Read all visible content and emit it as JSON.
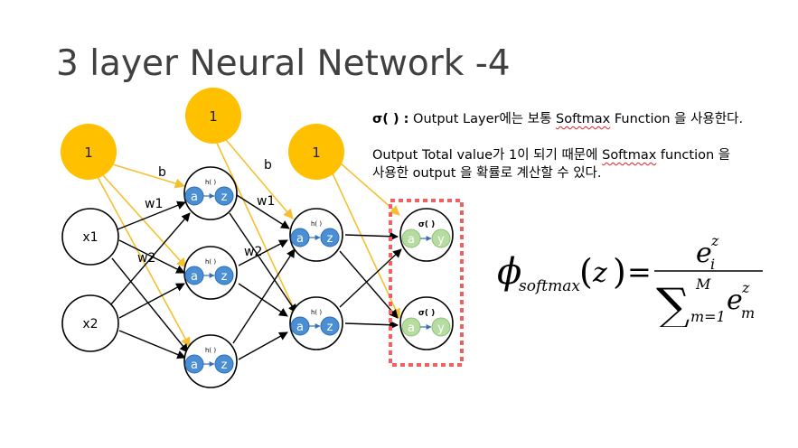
{
  "slide": {
    "title": "3 layer Neural Network -4"
  },
  "description": {
    "line1_sym": "σ( ) :",
    "line1_text": "  Output Layer에는 보통 ",
    "line1_link": "Softmax",
    "line1_tail": " Function 을 사용한다.",
    "line2_text": "Output Total value가 1이 되기 때문에 ",
    "line2_link": "Softmax",
    "line2_tail": " function 을",
    "line3_text": "사용한 output 을 확률로 계산할 수 있다."
  },
  "network": {
    "bias_label": "1",
    "input_labels": [
      "x1",
      "x2"
    ],
    "hidden_func": "h( )",
    "output_func": "σ( )",
    "node_a": "a",
    "node_z": "z",
    "node_y": "y",
    "edge_labels": {
      "b1": "b",
      "b2": "b",
      "w1a": "w1",
      "w1b": "w1",
      "w2a": "w2",
      "w2b": "w2"
    }
  },
  "formula": {
    "phi": "ϕ",
    "subscript": "softmax",
    "arg": "z",
    "eq": "=",
    "num_base": "e",
    "num_sub": "i",
    "num_sup": "z",
    "sum": "∑",
    "sum_top": "M",
    "sum_bottom": "m=1",
    "den_base": "e",
    "den_sub": "m",
    "den_sup": "z",
    "lparen": "(",
    "rparen": ")"
  },
  "colors": {
    "bias": "#ffc000",
    "node_blue": "#4a8fd4",
    "node_green": "#b7dca0",
    "dash_red": "#f06060",
    "arrow_yellow": "#f5c030",
    "edge": "#000000"
  }
}
